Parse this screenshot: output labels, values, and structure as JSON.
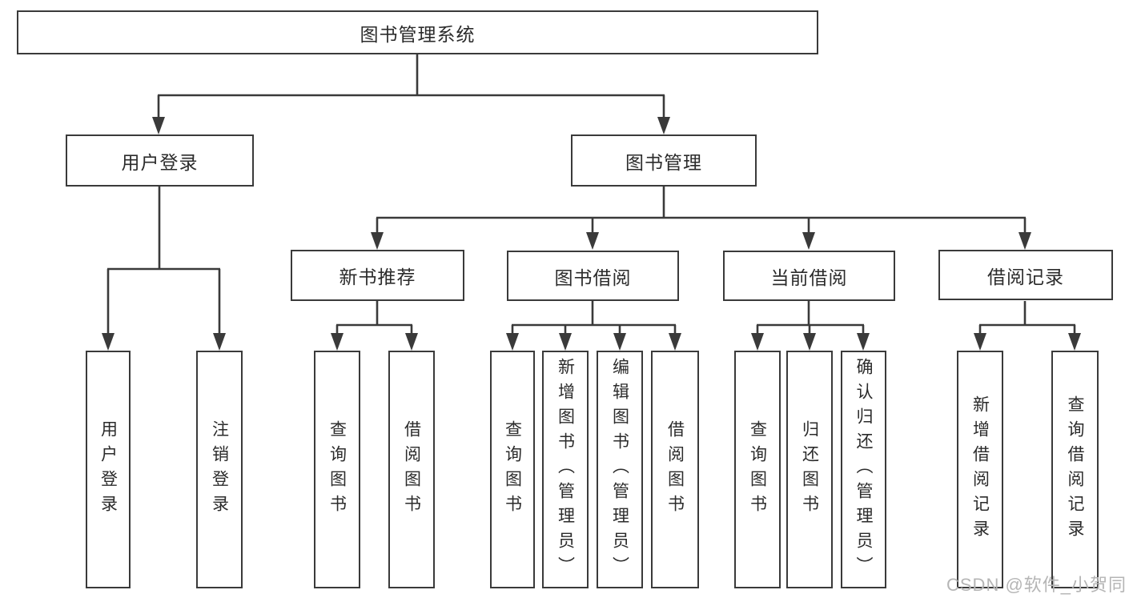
{
  "colors": {
    "background": "#ffffff",
    "box_border": "#3a3a3a",
    "connector_line": "#3a3a3a",
    "text": "#2b2b2b",
    "watermark_text": "#b5b5b5"
  },
  "root": {
    "label": "图书管理系统"
  },
  "level2": {
    "user_login": {
      "label": "用户登录"
    },
    "book_management": {
      "label": "图书管理"
    }
  },
  "level3": {
    "new_book_recommend": {
      "label": "新书推荐"
    },
    "book_borrow": {
      "label": "图书借阅"
    },
    "current_borrow": {
      "label": "当前借阅"
    },
    "borrow_records": {
      "label": "借阅记录"
    }
  },
  "leaves": {
    "user_login": {
      "label": "用户登录"
    },
    "logout": {
      "label": "注销登录"
    },
    "recommend_query_books": {
      "label": "查询图书"
    },
    "recommend_borrow_books": {
      "label": "借阅图书"
    },
    "borrow_query_books": {
      "label": "查询图书"
    },
    "borrow_add_books": {
      "label": "新增图书（管理员）"
    },
    "borrow_edit_books": {
      "label": "编辑图书（管理员）"
    },
    "borrow_borrow_books": {
      "label": "借阅图书"
    },
    "current_query_books": {
      "label": "查询图书"
    },
    "current_return_books": {
      "label": "归还图书"
    },
    "current_confirm_return": {
      "label": "确认归还（管理员）"
    },
    "records_add_record": {
      "label": "新增借阅记录"
    },
    "records_query_record": {
      "label": "查询借阅记录"
    }
  },
  "watermark": {
    "text": "CSDN @软件_小贺同学"
  }
}
